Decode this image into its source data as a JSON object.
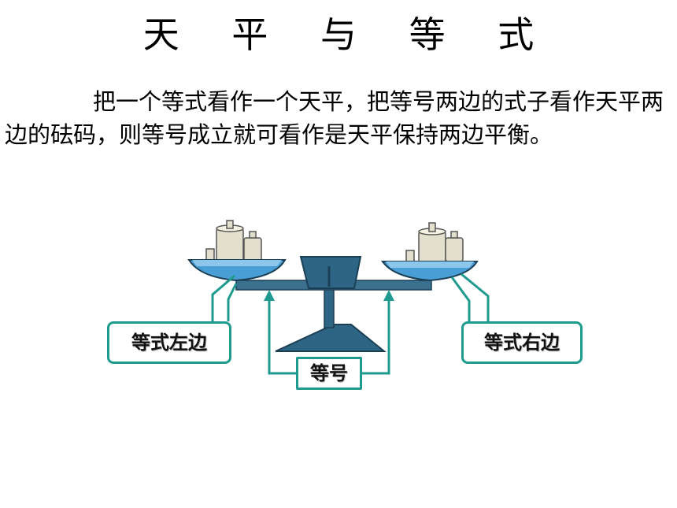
{
  "title": "天 平 与 等 式",
  "paragraph": "把一个等式看作一个天平，把等号两边的式子看作天平两边的砝码，则等号成立就可看作是天平保持两边平衡。",
  "diagram": {
    "left_label": "等式左边",
    "right_label": "等式右边",
    "equal_label": "等号"
  },
  "colors": {
    "teal": "#1e9a8e",
    "pan_blue": "#4a9ed6",
    "stand": "#2f6584",
    "weight": "#e2e0cc"
  }
}
